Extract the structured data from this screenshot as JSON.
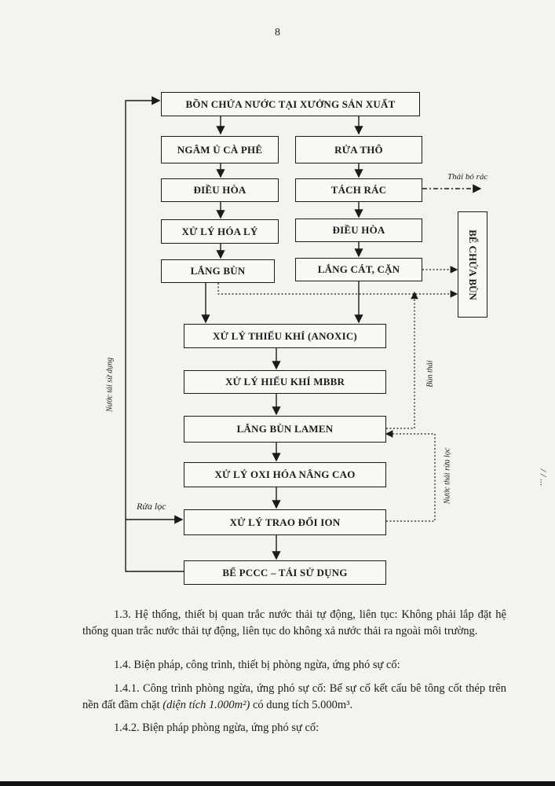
{
  "page_number": "8",
  "flowchart": {
    "top": "BỒN CHỨA NƯỚC TẠI XƯỞNG SẢN XUẤT",
    "left_col": [
      "NGÂM Ủ CÀ PHÊ",
      "ĐIỀU HÒA",
      "XỬ LÝ HÓA LÝ",
      "LẮNG BÙN"
    ],
    "right_col": [
      "RỬA THÔ",
      "TÁCH RÁC",
      "ĐIỀU HÒA",
      "LẮNG CÁT, CẶN"
    ],
    "main": [
      "XỬ LÝ THIẾU KHÍ (ANOXIC)",
      "XỬ LÝ HIẾU KHÍ MBBR",
      "LẮNG BÙN LAMEN",
      "XỬ LÝ OXI HÓA NÂNG CAO",
      "XỬ LÝ TRAO ĐỔI ION",
      "BỂ PCCC – TÁI SỬ DỤNG"
    ],
    "sludge_tank": "BỂ CHỨA BÙN",
    "labels": {
      "trash": "Thải bỏ rác",
      "reuse_water": "Nước tái sử dụng",
      "filter_wash": "Rửa lọc",
      "waste_sludge": "Bùn thải",
      "filter_wash_water": "Nước thải rửa lọc"
    }
  },
  "text": {
    "p1_3": "1.3. Hệ thống, thiết bị quan trắc nước thải tự động, liên tục: Không phải lắp đặt hệ thống quan trắc nước thải tự động, liên tục do không xả nước thải ra ngoài môi trường.",
    "p1_4": "1.4. Biện pháp, công trình, thiết bị phòng ngừa, ứng phó sự cố:",
    "p1_4_1_a": "1.4.1. Công trình phòng ngừa, ứng phó sự cố: Bể sự cố kết cấu bê tông cốt thép trên nền đất đầm chặt ",
    "p1_4_1_b": "(diện tích 1.000m²)",
    "p1_4_1_c": " có dung tích 5.000m³.",
    "p1_4_2": "1.4.2. Biện pháp phòng ngừa, ứng phó sự cố:"
  },
  "margin_note": "/ / ..."
}
